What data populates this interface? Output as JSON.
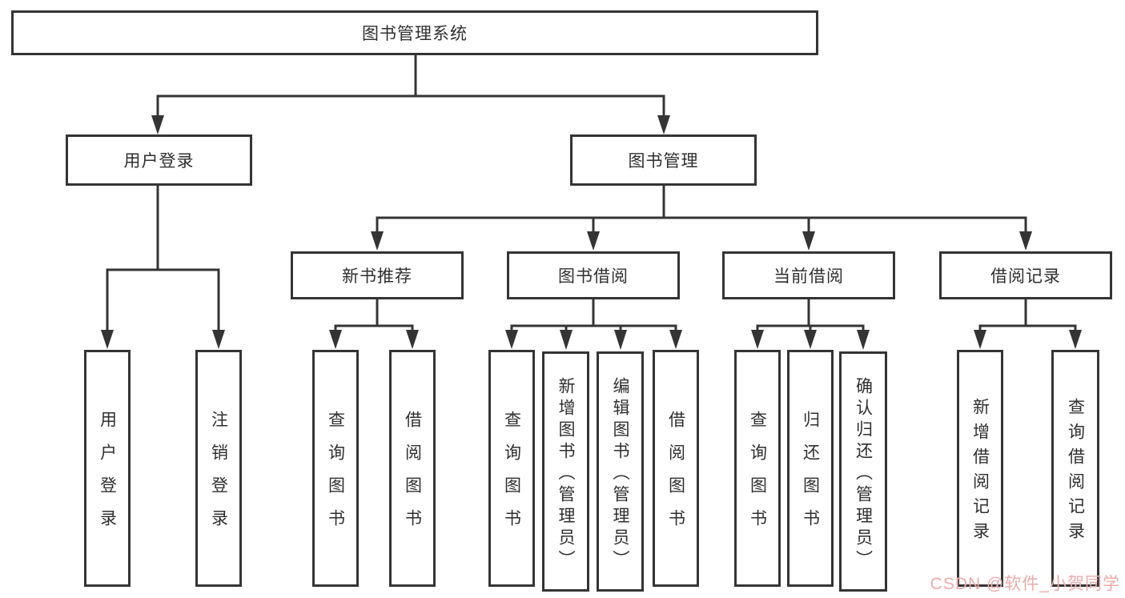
{
  "diagram": {
    "type": "tree",
    "root": {
      "label": "图书管理系统",
      "children": [
        {
          "label": "用户登录",
          "children": [
            {
              "label": "用户登录"
            },
            {
              "label": "注销登录"
            }
          ]
        },
        {
          "label": "图书管理",
          "children": [
            {
              "label": "新书推荐",
              "children": [
                {
                  "label": "查询图书"
                },
                {
                  "label": "借阅图书"
                }
              ]
            },
            {
              "label": "图书借阅",
              "children": [
                {
                  "label": "查询图书"
                },
                {
                  "label": "新增图书（管理员）"
                },
                {
                  "label": "编辑图书（管理员）"
                },
                {
                  "label": "借阅图书"
                }
              ]
            },
            {
              "label": "当前借阅",
              "children": [
                {
                  "label": "查询图书"
                },
                {
                  "label": "归还图书"
                },
                {
                  "label": "确认归还（管理员）"
                }
              ]
            },
            {
              "label": "借阅记录",
              "children": [
                {
                  "label": "新增借阅记录"
                },
                {
                  "label": "查询借阅记录"
                }
              ]
            }
          ]
        }
      ]
    },
    "colors": {
      "line": "#343434",
      "box_border": "#343434",
      "box_background": "#ffffff",
      "text": "#2f2f2f"
    }
  },
  "watermark": {
    "text": "CSDN @软件_小贺同学",
    "color": "#efa9a9"
  }
}
